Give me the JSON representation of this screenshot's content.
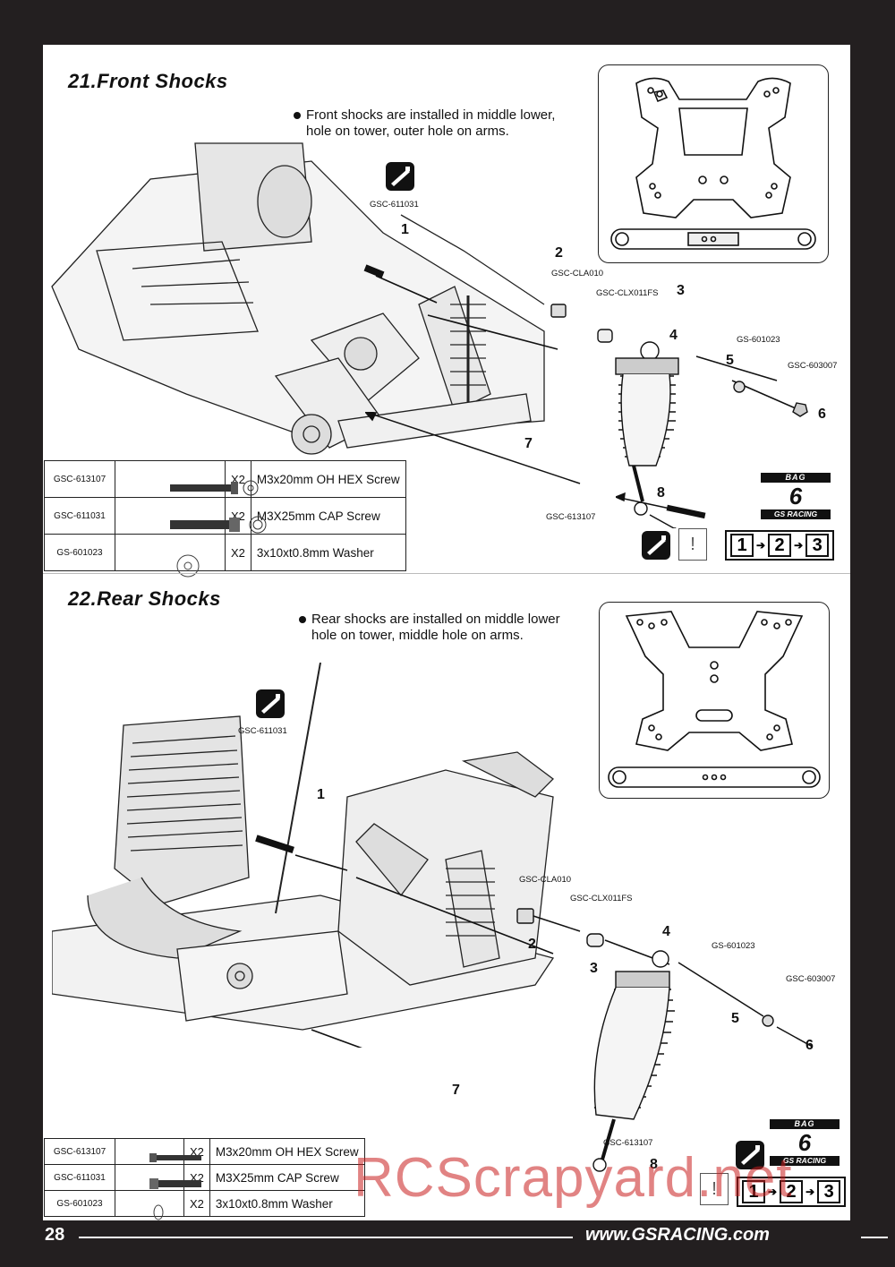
{
  "front": {
    "title": "21.Front Shocks",
    "note_line1": "Front shocks are installed in middle lower,",
    "note_line2": "hole on tower, outer hole on arms.",
    "labels": {
      "tool": "GSC-611031",
      "cla": "GSC-CLA010",
      "clx": "GSC-CLX011FS",
      "washer": "GS-601023",
      "nut": "GSC-603007",
      "screw": "GSC-613107"
    },
    "steps": [
      "1",
      "2",
      "3",
      "4",
      "5",
      "6",
      "7",
      "8"
    ],
    "parts": [
      {
        "code": "GSC-613107",
        "qty": "X2",
        "desc": "M3x20mm OH HEX Screw"
      },
      {
        "code": "GSC-611031",
        "qty": "X2",
        "desc": "M3X25mm CAP Screw"
      },
      {
        "code": "GS-601023",
        "qty": "X2",
        "desc": "3x10xt0.8mm Washer"
      }
    ]
  },
  "rear": {
    "title": "22.Rear Shocks",
    "note_line1": "Rear shocks are installed on middle lower",
    "note_line2": "hole on tower, middle hole on arms.",
    "labels": {
      "tool": "GSC-611031",
      "cla": "GSC-CLA010",
      "clx": "GSC-CLX011FS",
      "washer": "GS-601023",
      "nut": "GSC-603007",
      "screw": "GSC-613107"
    },
    "steps": [
      "1",
      "2",
      "3",
      "4",
      "5",
      "6",
      "7",
      "8"
    ],
    "parts": [
      {
        "code": "GSC-613107",
        "qty": "X2",
        "desc": "M3x20mm OH HEX Screw"
      },
      {
        "code": "GSC-611031",
        "qty": "X2",
        "desc": "M3X25mm CAP Screw"
      },
      {
        "code": "GS-601023",
        "qty": "X2",
        "desc": "3x10xt0.8mm Washer"
      }
    ]
  },
  "bag": {
    "top": "BAG",
    "number": "6",
    "brand": "GS RACING"
  },
  "sequence": [
    "1",
    "2",
    "3"
  ],
  "warning_symbol": "!",
  "footer": {
    "page": "28",
    "url": "www.GSRACING.com"
  },
  "watermark": "RCScrapyard.net",
  "icons": {
    "tool": "hex-driver-icon",
    "warning": "warning-icon"
  }
}
